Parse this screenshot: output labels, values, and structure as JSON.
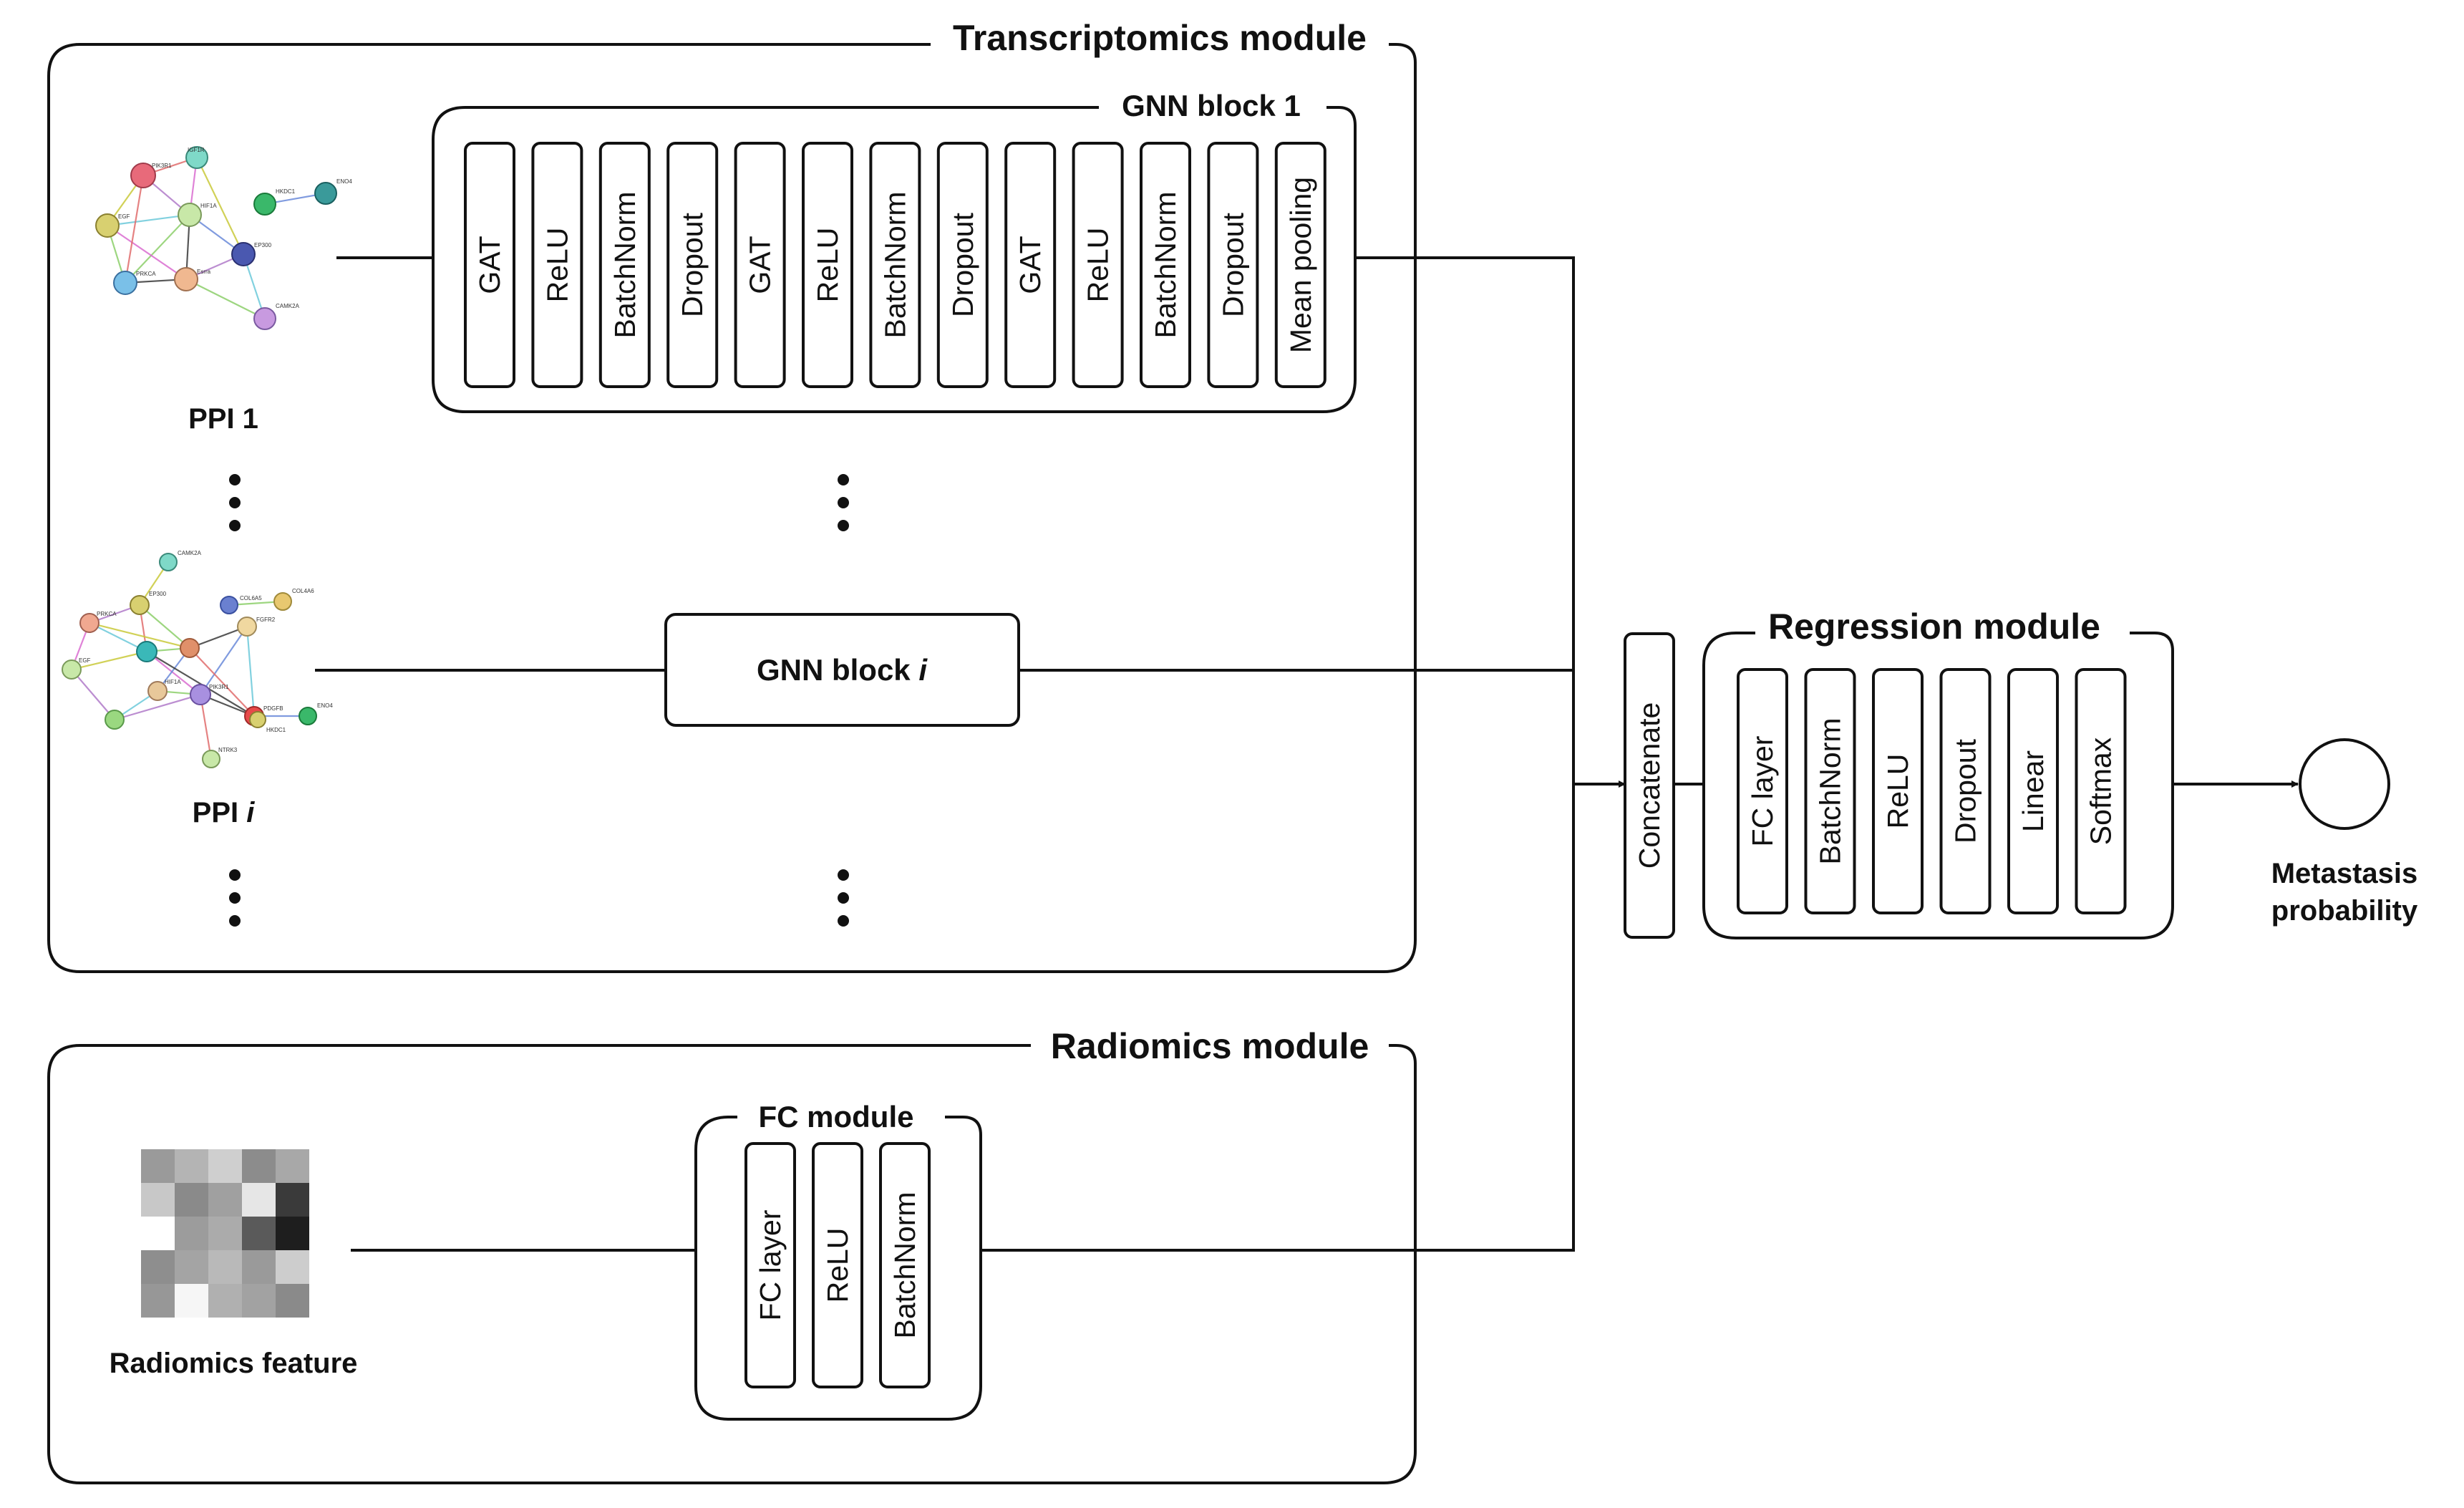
{
  "transcriptomics": {
    "title": "Transcriptomics module",
    "gnn_block_1": {
      "title": "GNN block 1",
      "layers": [
        "GAT",
        "ReLU",
        "BatchNorm",
        "Dropout",
        "GAT",
        "ReLU",
        "BatchNorm",
        "Dropout",
        "GAT",
        "ReLU",
        "BatchNorm",
        "Dropout",
        "Mean pooling"
      ]
    },
    "gnn_block_i": {
      "prefix": "GNN block ",
      "index": "i"
    },
    "ppi_1": {
      "label": "PPI 1",
      "genes": [
        "IGF1R",
        "PIK3R1",
        "HIF1A",
        "EGF",
        "EP300",
        "PRKCA",
        "Esrra",
        "CAMK2A",
        "HKDC1",
        "ENO4"
      ]
    },
    "ppi_i": {
      "prefix": "PPI ",
      "index": "i",
      "genes": [
        "CAMK2A",
        "COL6A5",
        "COL4A6",
        "PRKCA",
        "EP300",
        "PDGFB",
        "FGFR2",
        "PIK3R1",
        "HKDC1",
        "ENO4",
        "NTRK3",
        "EGF",
        "HIF1A"
      ]
    }
  },
  "radiomics": {
    "title": "Radiomics module",
    "feature_label": "Radiomics feature",
    "fc_module": {
      "title": "FC module",
      "layers": [
        "FC layer",
        "ReLU",
        "BatchNorm"
      ]
    }
  },
  "concatenate_label": "Concatenate",
  "regression": {
    "title": "Regression module",
    "layers": [
      "FC layer",
      "BatchNorm",
      "ReLU",
      "Dropout",
      "Linear",
      "Softmax"
    ]
  },
  "output": {
    "line1": "Metastasis",
    "line2": "probability"
  }
}
